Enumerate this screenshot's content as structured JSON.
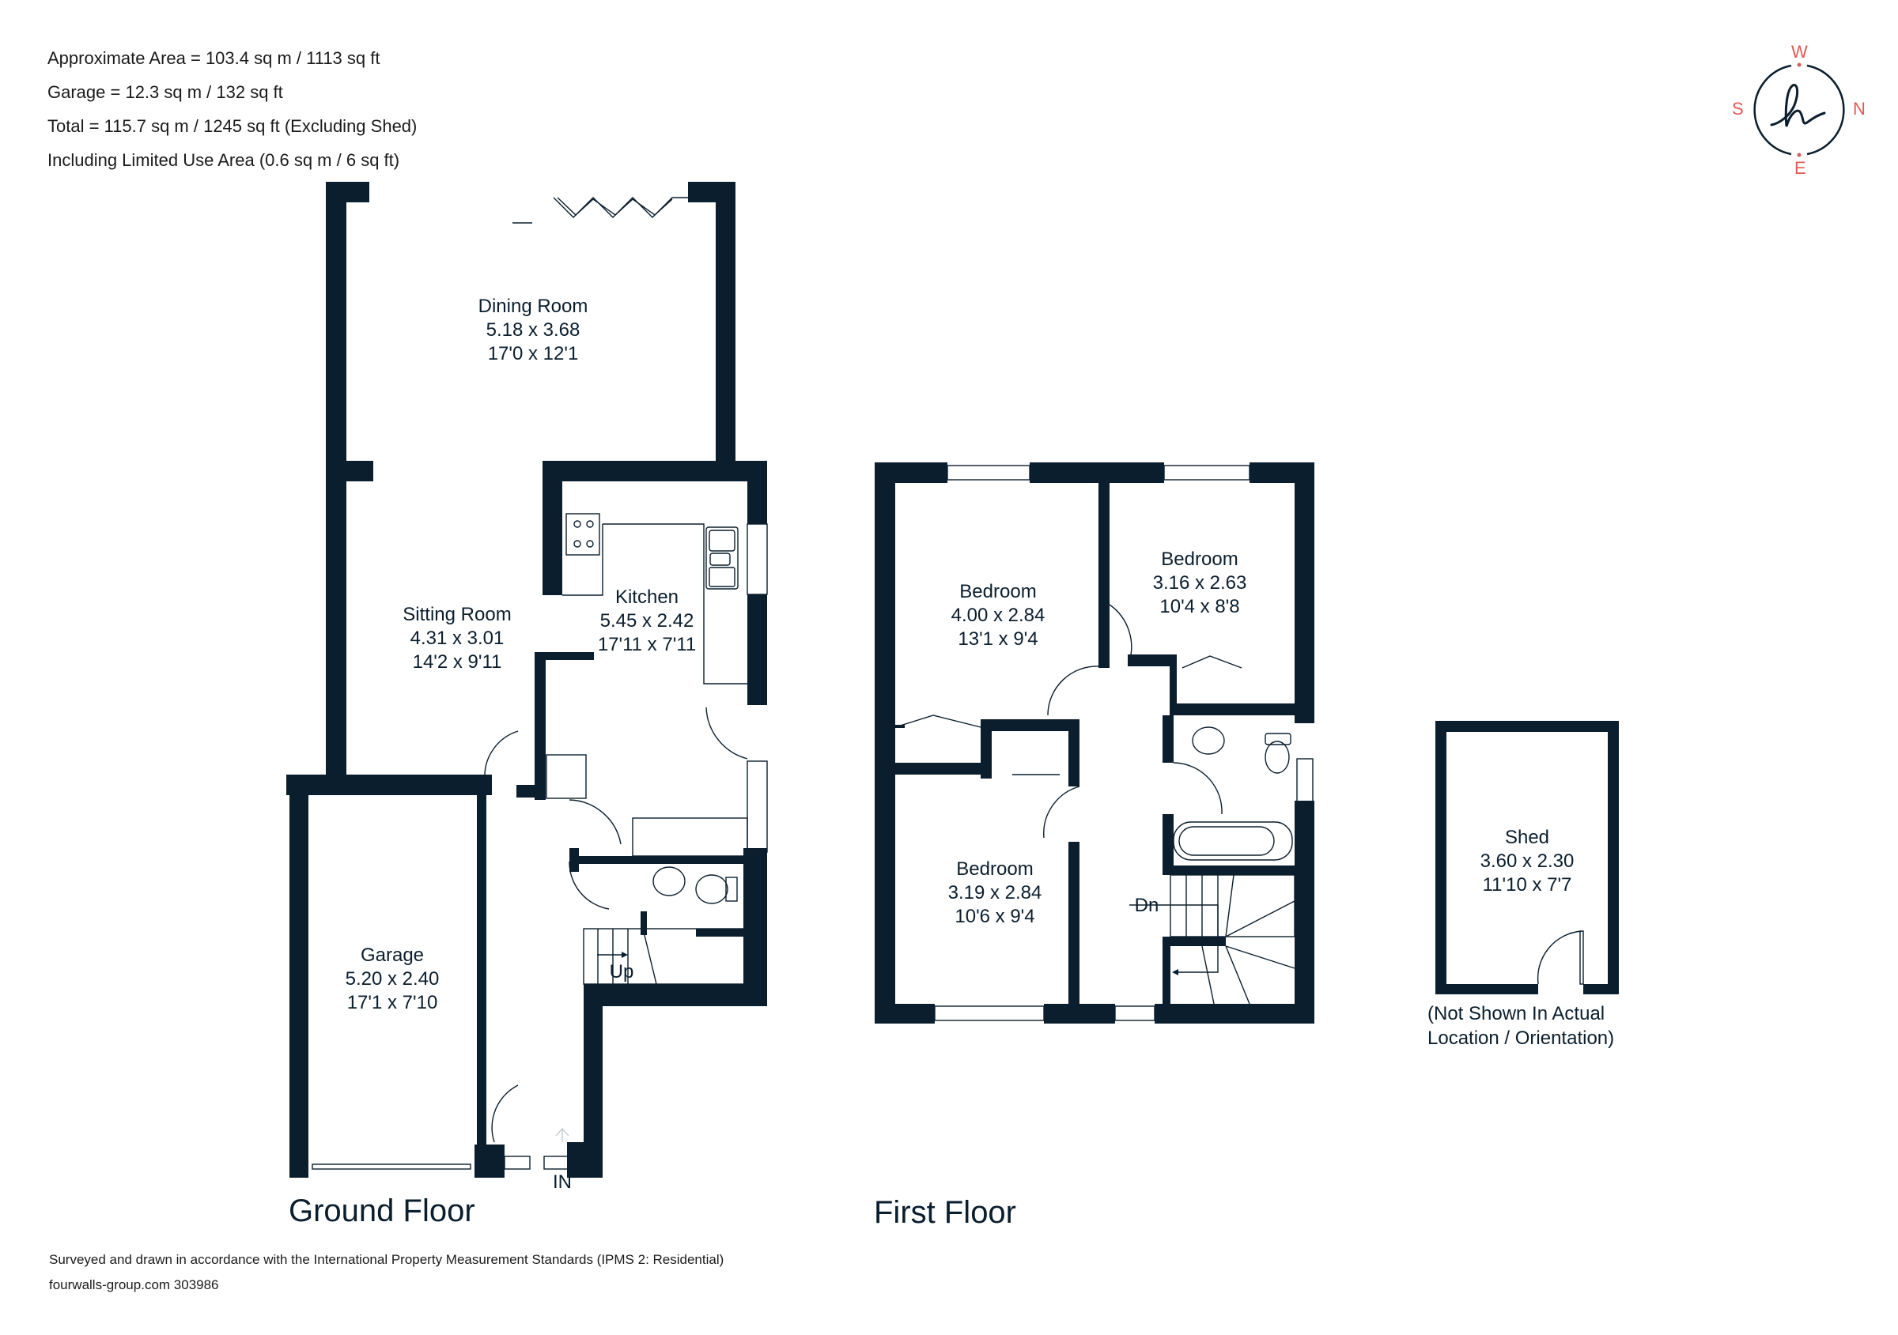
{
  "summary": {
    "approx_area": "Approximate Area = 103.4 sq m / 1113 sq ft",
    "garage": "Garage = 12.3 sq m / 132 sq ft",
    "total": "Total = 115.7 sq m / 1245 sq ft (Excluding Shed)",
    "limited_use": "Including Limited Use Area (0.6 sq m / 6 sq ft)"
  },
  "compass": {
    "top": "W",
    "right": "N",
    "bottom": "E",
    "left": "S",
    "logo_glyph": "h",
    "accent_color": "#e05a55"
  },
  "ground_floor": {
    "title": "Ground Floor",
    "rooms": [
      {
        "name": "Dining Room",
        "metric": "5.18 x 3.68",
        "imperial": "17'0 x 12'1"
      },
      {
        "name": "Sitting Room",
        "metric": "4.31 x 3.01",
        "imperial": "14'2 x 9'11"
      },
      {
        "name": "Kitchen",
        "metric": "5.45 x 2.42",
        "imperial": "17'11 x 7'11"
      },
      {
        "name": "Garage",
        "metric": "5.20 x 2.40",
        "imperial": "17'1 x 7'10"
      }
    ],
    "stairs_label": "Up",
    "entrance_label": "IN"
  },
  "first_floor": {
    "title": "First Floor",
    "rooms": [
      {
        "name": "Bedroom",
        "metric": "4.00 x 2.84",
        "imperial": "13'1 x 9'4"
      },
      {
        "name": "Bedroom",
        "metric": "3.16 x 2.63",
        "imperial": "10'4 x 8'8"
      },
      {
        "name": "Bedroom",
        "metric": "3.19 x 2.84",
        "imperial": "10'6 x 9'4"
      }
    ],
    "stairs_label": "Dn"
  },
  "shed": {
    "name": "Shed",
    "metric": "3.60 x 2.30",
    "imperial": "11'10 x 7'7",
    "note_line1": "(Not Shown In Actual",
    "note_line2": "Location / Orientation)"
  },
  "footer": {
    "standards": "Surveyed and drawn in accordance with the International Property Measurement Standards (IPMS 2: Residential)",
    "reference": "fourwalls-group.com 303986"
  },
  "colors": {
    "wall": "#0b1e2d",
    "compass_letters": "#e05a55",
    "background": "#ffffff"
  }
}
